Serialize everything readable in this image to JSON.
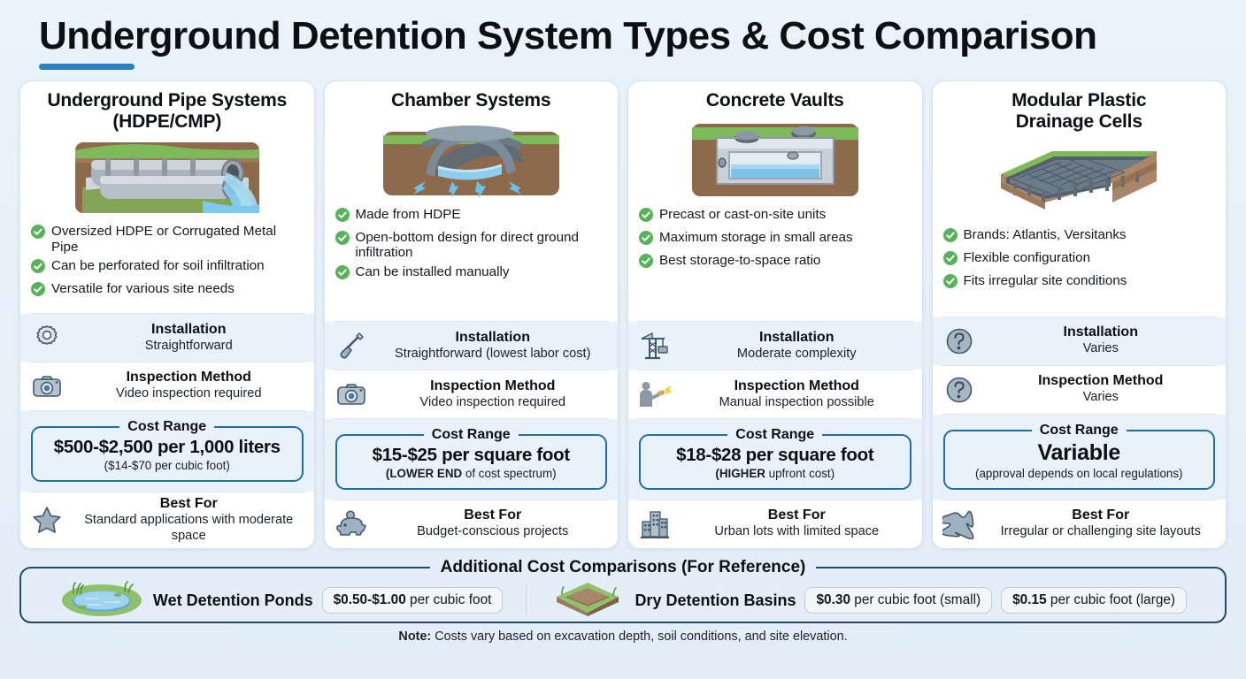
{
  "header": {
    "title": "Underground Detention System Types & Cost Comparison",
    "accent_color": "#2a81bd"
  },
  "labels": {
    "installation": "Installation",
    "inspection": "Inspection Method",
    "cost_range": "Cost Range",
    "best_for": "Best For"
  },
  "columns": [
    {
      "title": "Underground Pipe Systems (HDPE/CMP)",
      "title_line1": "Underground Pipe Systems",
      "title_line2": "(HDPE/CMP)",
      "illustration": "buried-pipes-illustration",
      "features": [
        "Oversized HDPE or Corrugated Metal Pipe",
        "Can be perforated for soil infiltration",
        "Versatile for various site needs"
      ],
      "installation": {
        "icon": "gear-icon",
        "value": "Straightforward"
      },
      "inspection": {
        "icon": "camera-icon",
        "value": "Video inspection required"
      },
      "cost": {
        "amount": "$500-$2,500",
        "unit": "per 1,000 liters",
        "sub": "($14-$70 per cubic foot)"
      },
      "best_for": {
        "icon": "star-icon",
        "value": "Standard applications with moderate space"
      }
    },
    {
      "title": "Chamber Systems",
      "title_line1": "Chamber Systems",
      "title_line2": "",
      "illustration": "arch-chamber-illustration",
      "features": [
        "Made from HDPE",
        "Open-bottom design for direct ground infiltration",
        "Can be installed manually"
      ],
      "installation": {
        "icon": "shovel-icon",
        "value": "Straightforward (lowest labor cost)"
      },
      "inspection": {
        "icon": "camera-icon",
        "value": "Video inspection required"
      },
      "cost": {
        "amount": "$15-$25",
        "unit": "per square foot",
        "sub_bold": "(LOWER END",
        "sub_rest": " of cost spectrum)",
        "sub": "(LOWER END of cost spectrum)"
      },
      "best_for": {
        "icon": "piggy-bank-icon",
        "value": "Budget-conscious projects"
      }
    },
    {
      "title": "Concrete Vaults",
      "title_line1": "Concrete Vaults",
      "title_line2": "",
      "illustration": "concrete-vault-illustration",
      "features": [
        "Precast or cast-on-site units",
        "Maximum storage in small areas",
        "Best storage-to-space ratio"
      ],
      "installation": {
        "icon": "crane-icon",
        "value": "Moderate complexity"
      },
      "inspection": {
        "icon": "flashlight-person-icon",
        "value": "Manual inspection possible"
      },
      "cost": {
        "amount": "$18-$28",
        "unit": "per square foot",
        "sub_bold": "(HIGHER",
        "sub_rest": " upfront cost)",
        "sub": "(HIGHER upfront cost)"
      },
      "best_for": {
        "icon": "city-buildings-icon",
        "value": "Urban lots with limited space"
      }
    },
    {
      "title": "Modular Plastic Drainage Cells",
      "title_line1": "Modular Plastic",
      "title_line2": "Drainage Cells",
      "illustration": "modular-cells-illustration",
      "features": [
        "Brands: Atlantis, Versitanks",
        "Flexible configuration",
        "Fits irregular site conditions"
      ],
      "installation": {
        "icon": "question-mark-icon",
        "value": "Varies"
      },
      "inspection": {
        "icon": "question-mark-icon",
        "value": "Varies"
      },
      "cost": {
        "amount": "Variable",
        "unit": "",
        "sub": "(approval depends on local regulations)"
      },
      "best_for": {
        "icon": "irregular-shape-icon",
        "value": "Irregular or challenging site layouts"
      }
    }
  ],
  "reference": {
    "legend": "Additional Cost Comparisons (For Reference)",
    "items": [
      {
        "icon": "wet-pond-icon",
        "name": "Wet Detention Ponds",
        "pills": [
          {
            "amount": "$0.50-$1.00",
            "unit": " per cubic foot"
          }
        ]
      },
      {
        "icon": "dry-basin-icon",
        "name": "Dry Detention Basins",
        "pills": [
          {
            "amount": "$0.30",
            "unit": " per cubic foot (small)"
          },
          {
            "amount": "$0.15",
            "unit": " per cubic foot (large)"
          }
        ]
      }
    ]
  },
  "note": {
    "prefix": "Note:",
    "text": " Costs vary based on excavation depth, soil conditions, and site elevation."
  }
}
